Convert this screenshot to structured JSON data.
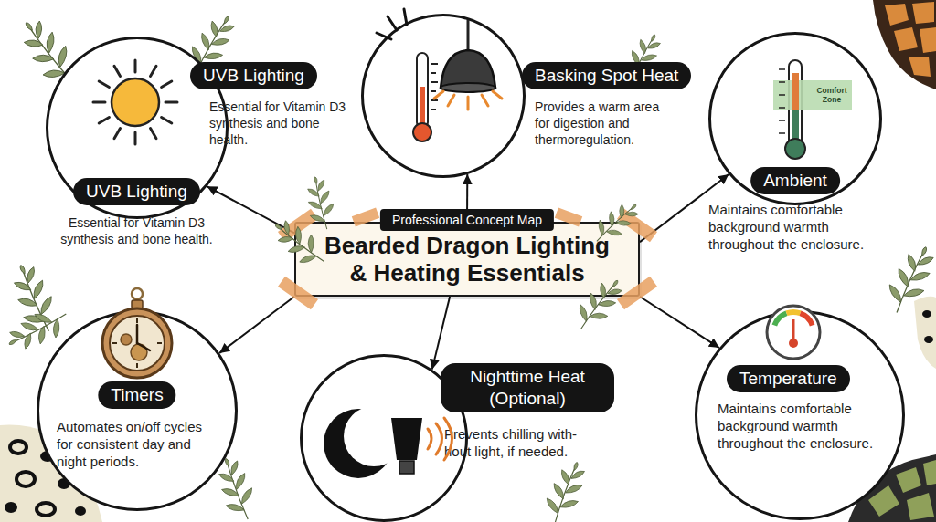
{
  "diagram": {
    "nodes": [
      {
        "text": [
          "UVB Lighting",
          "Essential for Vitamin D3 synthesis and bone health."
        ]
      },
      {
        "text": [
          "Basking Spot Heat",
          "Provides a warm area for digestion and thermoregulation."
        ]
      },
      {
        "text": [
          "Ambient",
          "Maintains comfortable background warmth throughout the enclosure."
        ]
      },
      {
        "text": [
          "UVB Lighting",
          "Essential for Vitamin D3 synthesis and bone health."
        ]
      },
      {
        "text": [
          "Professional Concept Map",
          "Bearded Dragon Lighting & Heating Essentials"
        ]
      },
      {
        "text": [
          "Timers",
          "Automates on/off cycles for consistent day and night periods."
        ]
      },
      {
        "text": [
          "Nighttime Heat (Optional)",
          "Prevents chilling with- hout light, if needed."
        ]
      },
      {
        "text": [
          "Temperature",
          "Maintains comfortable background warmth throughout the enclosure."
        ]
      }
    ],
    "edges": [
      {
        "from": 4,
        "to": 0,
        "arrow": "to"
      },
      {
        "from": 4,
        "to": 1,
        "arrow": "to"
      },
      {
        "from": 4,
        "to": 2,
        "arrow": "to"
      },
      {
        "from": 4,
        "to": 5,
        "arrow": "to"
      },
      {
        "from": 4,
        "to": 6,
        "arrow": "to"
      },
      {
        "from": 4,
        "to": 7,
        "arrow": "to"
      }
    ],
    "labels": [
      "Comfort Zone"
    ]
  }
}
